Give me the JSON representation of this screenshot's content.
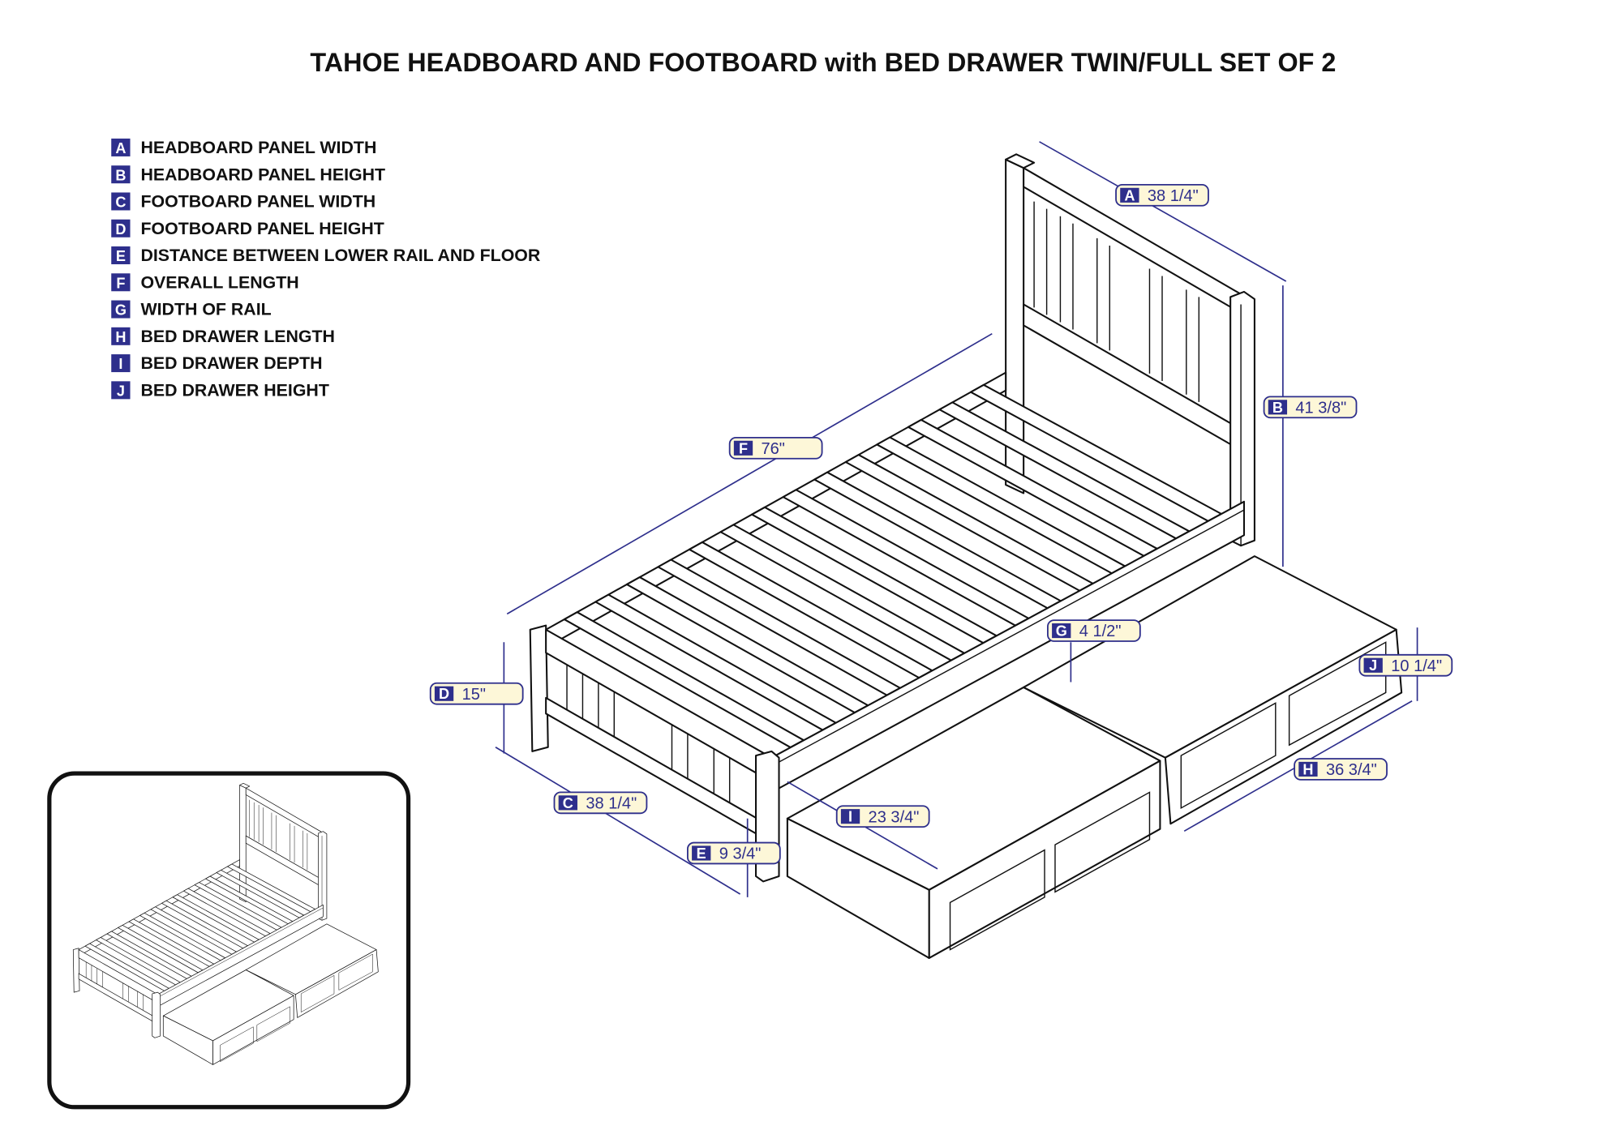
{
  "title": "TAHOE HEADBOARD AND FOOTBOARD with BED DRAWER TWIN/FULL SET OF 2",
  "colors": {
    "accent": "#2e2f8c",
    "callout_bg": "#fdf7d8",
    "text": "#111111"
  },
  "legend": [
    {
      "key": "A",
      "label": "HEADBOARD PANEL WIDTH"
    },
    {
      "key": "B",
      "label": "HEADBOARD PANEL HEIGHT"
    },
    {
      "key": "C",
      "label": "FOOTBOARD PANEL WIDTH"
    },
    {
      "key": "D",
      "label": "FOOTBOARD PANEL HEIGHT"
    },
    {
      "key": "E",
      "label": "DISTANCE BETWEEN LOWER RAIL AND FLOOR"
    },
    {
      "key": "F",
      "label": "OVERALL LENGTH"
    },
    {
      "key": "G",
      "label": "WIDTH OF RAIL"
    },
    {
      "key": "H",
      "label": "BED DRAWER LENGTH"
    },
    {
      "key": "I",
      "label": "BED DRAWER DEPTH"
    },
    {
      "key": "J",
      "label": "BED DRAWER HEIGHT"
    }
  ],
  "dimensions": {
    "A": {
      "key": "A",
      "value": "38 1/4\""
    },
    "B": {
      "key": "B",
      "value": "41 3/8\""
    },
    "C": {
      "key": "C",
      "value": "38 1/4\""
    },
    "D": {
      "key": "D",
      "value": "15\""
    },
    "E": {
      "key": "E",
      "value": "9 3/4\""
    },
    "F": {
      "key": "F",
      "value": "76\""
    },
    "G": {
      "key": "G",
      "value": "4 1/2\""
    },
    "H": {
      "key": "H",
      "value": "36 3/4\""
    },
    "I": {
      "key": "I",
      "value": "23 3/4\""
    },
    "J": {
      "key": "J",
      "value": "10 1/4\""
    }
  }
}
